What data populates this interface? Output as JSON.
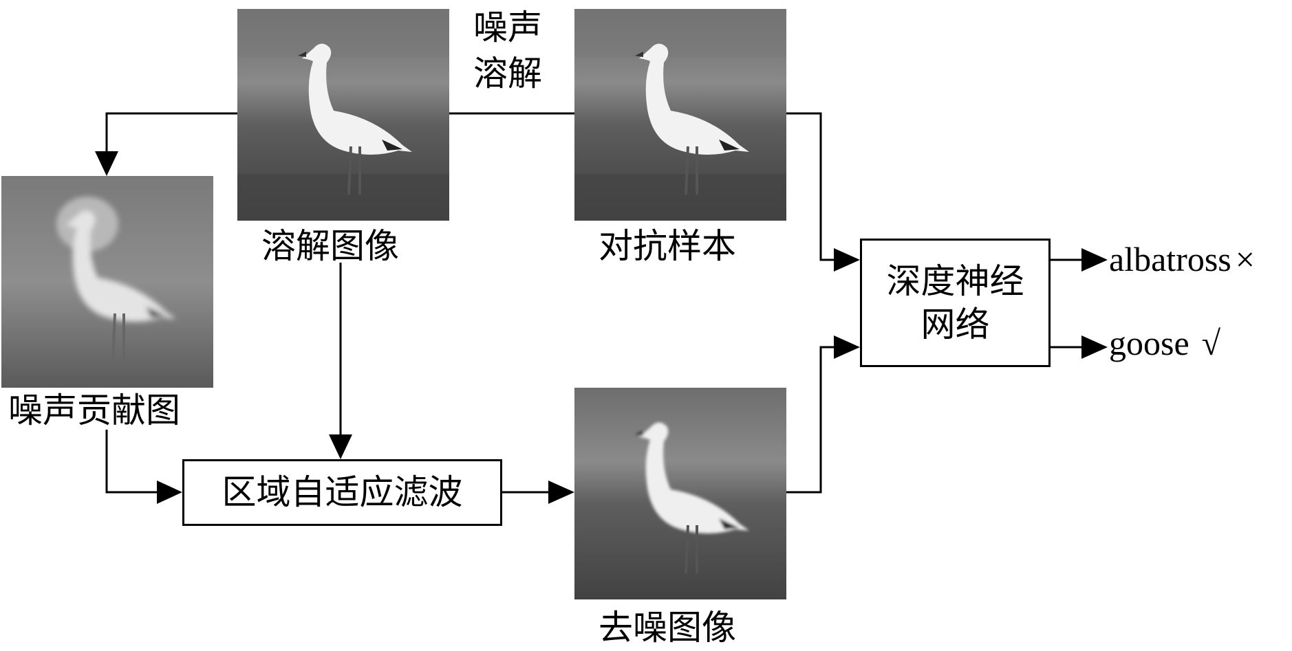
{
  "images": {
    "dissolved_image": {
      "label": "溶解图像"
    },
    "adversarial_sample": {
      "label": "对抗样本"
    },
    "noise_contribution_map": {
      "label": "噪声贡献图"
    },
    "denoised_image": {
      "label": "去噪图像"
    }
  },
  "edge_labels": {
    "noise_dissolve": [
      "噪声",
      "溶解"
    ]
  },
  "boxes": {
    "adaptive_filter": "区域自适应滤波",
    "dnn": [
      "深度神经",
      "网络"
    ]
  },
  "outputs": [
    {
      "label": "albatross",
      "mark": "×",
      "mark_meaning": "wrong"
    },
    {
      "label": "goose",
      "mark": "√",
      "mark_meaning": "correct"
    }
  ],
  "colors": {
    "line": "#000000",
    "background": "#ffffff"
  }
}
